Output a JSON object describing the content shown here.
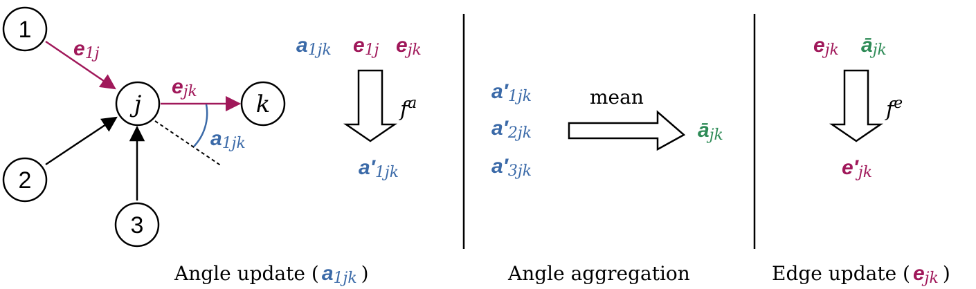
{
  "colors": {
    "edge": "#a0185a",
    "angle": "#3b6aa8",
    "aggregated": "#2e8b57",
    "black": "#000000"
  },
  "graph": {
    "nodes": [
      {
        "id": "1",
        "label": "1"
      },
      {
        "id": "2",
        "label": "2"
      },
      {
        "id": "3",
        "label": "3"
      },
      {
        "id": "j",
        "label": "j"
      },
      {
        "id": "k",
        "label": "k"
      }
    ],
    "labels": {
      "e1j_base": "e",
      "e1j_sub": "1j",
      "ejk_base": "e",
      "ejk_sub": "jk",
      "a1jk_base": "a",
      "a1jk_sub": "1jk"
    }
  },
  "angle_update": {
    "inputs": [
      {
        "base": "a",
        "sub": "1jk",
        "color": "angle"
      },
      {
        "base": "e",
        "sub": "1j",
        "color": "edge"
      },
      {
        "base": "e",
        "sub": "jk",
        "color": "edge"
      }
    ],
    "func_base": "f",
    "func_sup": "a",
    "output": {
      "base": "a′",
      "sub": "1jk"
    }
  },
  "angle_aggregation": {
    "inputs": [
      {
        "base": "a′",
        "sub": "1jk"
      },
      {
        "base": "a′",
        "sub": "2jk"
      },
      {
        "base": "a′",
        "sub": "3jk"
      }
    ],
    "op": "mean",
    "output": {
      "base": "ā",
      "sub": "jk"
    }
  },
  "edge_update": {
    "inputs": [
      {
        "base": "e",
        "sub": "jk",
        "color": "edge"
      },
      {
        "base": "ā",
        "sub": "jk",
        "color": "aggregated"
      }
    ],
    "func_base": "f",
    "func_sup": "e",
    "output": {
      "base": "e′",
      "sub": "jk"
    }
  },
  "captions": {
    "angle_update_pre": "Angle update (",
    "angle_update_base": "a",
    "angle_update_sub": "1jk",
    "angle_update_post": ")",
    "angle_aggregation": "Angle aggregation",
    "edge_update_pre": "Edge update (",
    "edge_update_base": "e",
    "edge_update_sub": "jk",
    "edge_update_post": ")"
  }
}
